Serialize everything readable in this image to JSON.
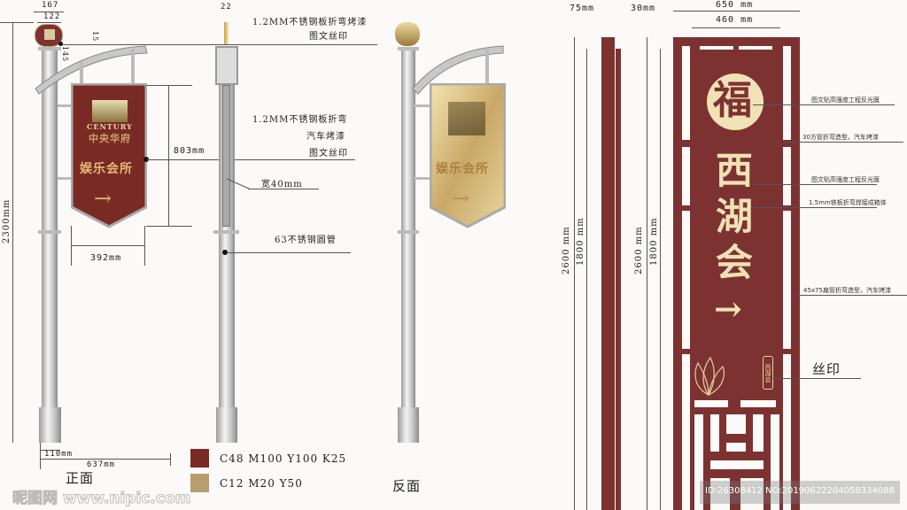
{
  "front_view": {
    "dims": {
      "d167": "167",
      "d122": "122",
      "d145": "145",
      "d15": "15",
      "height": "2300mm",
      "sign_height": "803mm",
      "sign_width": "392mm",
      "base": "110mm",
      "total_width": "637mm"
    },
    "sign": {
      "logo_en": "CENTURY",
      "logo_cn": "中央华府",
      "title": "娱乐会所",
      "arrow": "→"
    },
    "label": "正面"
  },
  "side_view": {
    "dims": {
      "top_width": "22"
    },
    "notes": [
      "1.2MM不锈钢板折弯烤漆",
      "图文丝印",
      "1.2MM不锈钢板折弯",
      "汽车烤漆",
      "图文丝印",
      "宽40mm",
      "63不锈钢圆管"
    ]
  },
  "back_view": {
    "label": "反面",
    "sign": {
      "title": "娱乐会所"
    }
  },
  "color_legend": [
    {
      "text": "C48 M100 Y100 K25",
      "color": "#7a2a24"
    },
    {
      "text": "C12 M20 Y50",
      "color": "#b89d6e"
    }
  ],
  "west_lake_sign": {
    "dims": {
      "d75": "75mm",
      "d30": "30mm",
      "w650": "650 mm",
      "w460": "460 mm",
      "h2600": "2600 mm",
      "h1800": "1800 mm"
    },
    "title_chars": [
      "西",
      "湖",
      "会"
    ],
    "arrow": "→",
    "logo_char": "福",
    "seal": "西湖会",
    "notes": [
      "图文贴高强度工程反光膜",
      "30方管折弯造型，汽车烤漆",
      "图文贴高强度工程反光膜",
      "1.5mm铁板折弯焊接成箱体",
      "45x75扁管折弯造型，汽车烤漆"
    ],
    "silk_label": "丝印",
    "color": "#7d3232"
  },
  "watermark": {
    "site": "昵图网 www.nipic.com",
    "id": "ID:26308412 NO:20190622204058334088"
  }
}
